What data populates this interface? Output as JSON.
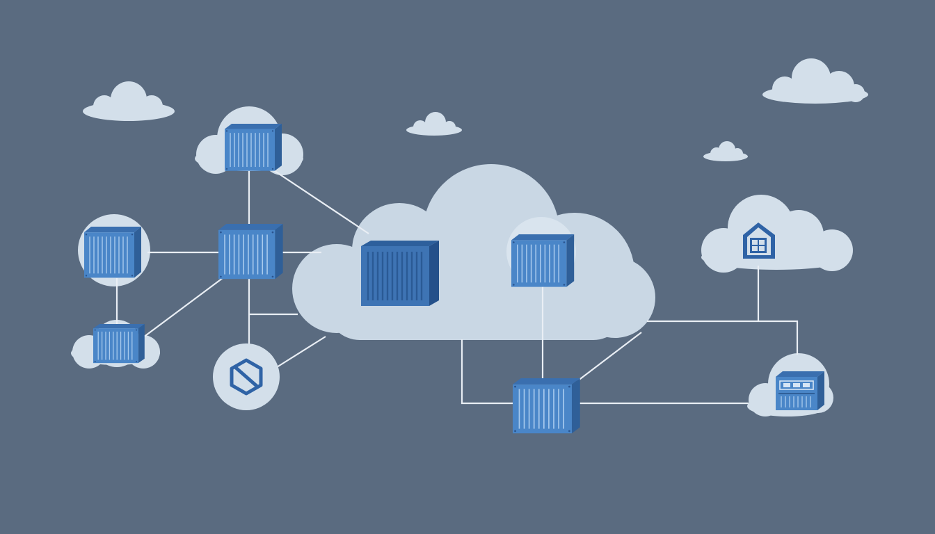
{
  "diagram": {
    "kind": "container-network-illustration",
    "colors": {
      "background": "#5a6b80",
      "cloud": "#d3dfea",
      "cloud_faint": "#c9d7e4",
      "container_face": "#4a86c8",
      "container_top": "#3a6faf",
      "container_side": "#2f5f98",
      "container_dark_face": "#3e74b4",
      "container_rib": "#a9cbee",
      "connector": "#e9eef4",
      "icon_stroke": "#2f63a6"
    },
    "clouds": [
      {
        "id": "bg-cloud-left",
        "role": "decorative"
      },
      {
        "id": "bg-cloud-small-mid",
        "role": "decorative"
      },
      {
        "id": "bg-cloud-right",
        "role": "decorative"
      },
      {
        "id": "bg-cloud-tiny-right",
        "role": "decorative"
      },
      {
        "id": "cloud-top-node",
        "role": "holds-container"
      },
      {
        "id": "cloud-left-node",
        "role": "holds-container"
      },
      {
        "id": "cloud-bottom-left-node",
        "role": "holds-container"
      },
      {
        "id": "cloud-central",
        "role": "hub"
      },
      {
        "id": "cloud-center-right-node",
        "role": "holds-container"
      },
      {
        "id": "cloud-house-node",
        "role": "holds-icon"
      },
      {
        "id": "cloud-bottom-right-node",
        "role": "holds-container"
      }
    ],
    "nodes": [
      {
        "id": "container-top",
        "type": "container"
      },
      {
        "id": "container-left",
        "type": "container"
      },
      {
        "id": "container-hub",
        "type": "container"
      },
      {
        "id": "container-bottom-left",
        "type": "container"
      },
      {
        "id": "container-central",
        "type": "container-dark"
      },
      {
        "id": "container-center-right",
        "type": "container"
      },
      {
        "id": "container-bottom-center",
        "type": "container"
      },
      {
        "id": "container-bottom-right",
        "type": "container-panel"
      },
      {
        "id": "network-icon-node",
        "type": "hexagon-icon"
      },
      {
        "id": "house-icon-node",
        "type": "house-icon"
      }
    ],
    "connections": [
      [
        "container-top",
        "container-hub"
      ],
      [
        "container-top",
        "cloud-central"
      ],
      [
        "container-left",
        "container-hub"
      ],
      [
        "container-left",
        "container-bottom-left"
      ],
      [
        "container-hub",
        "container-bottom-left"
      ],
      [
        "container-hub",
        "cloud-central"
      ],
      [
        "container-hub",
        "network-icon-node"
      ],
      [
        "network-icon-node",
        "cloud-central"
      ],
      [
        "cloud-central",
        "container-bottom-center"
      ],
      [
        "container-center-right",
        "container-bottom-center"
      ],
      [
        "cloud-central",
        "container-bottom-center"
      ],
      [
        "cloud-central",
        "house-icon-node"
      ],
      [
        "house-icon-node",
        "container-bottom-right"
      ],
      [
        "container-bottom-center",
        "container-bottom-right"
      ]
    ]
  }
}
